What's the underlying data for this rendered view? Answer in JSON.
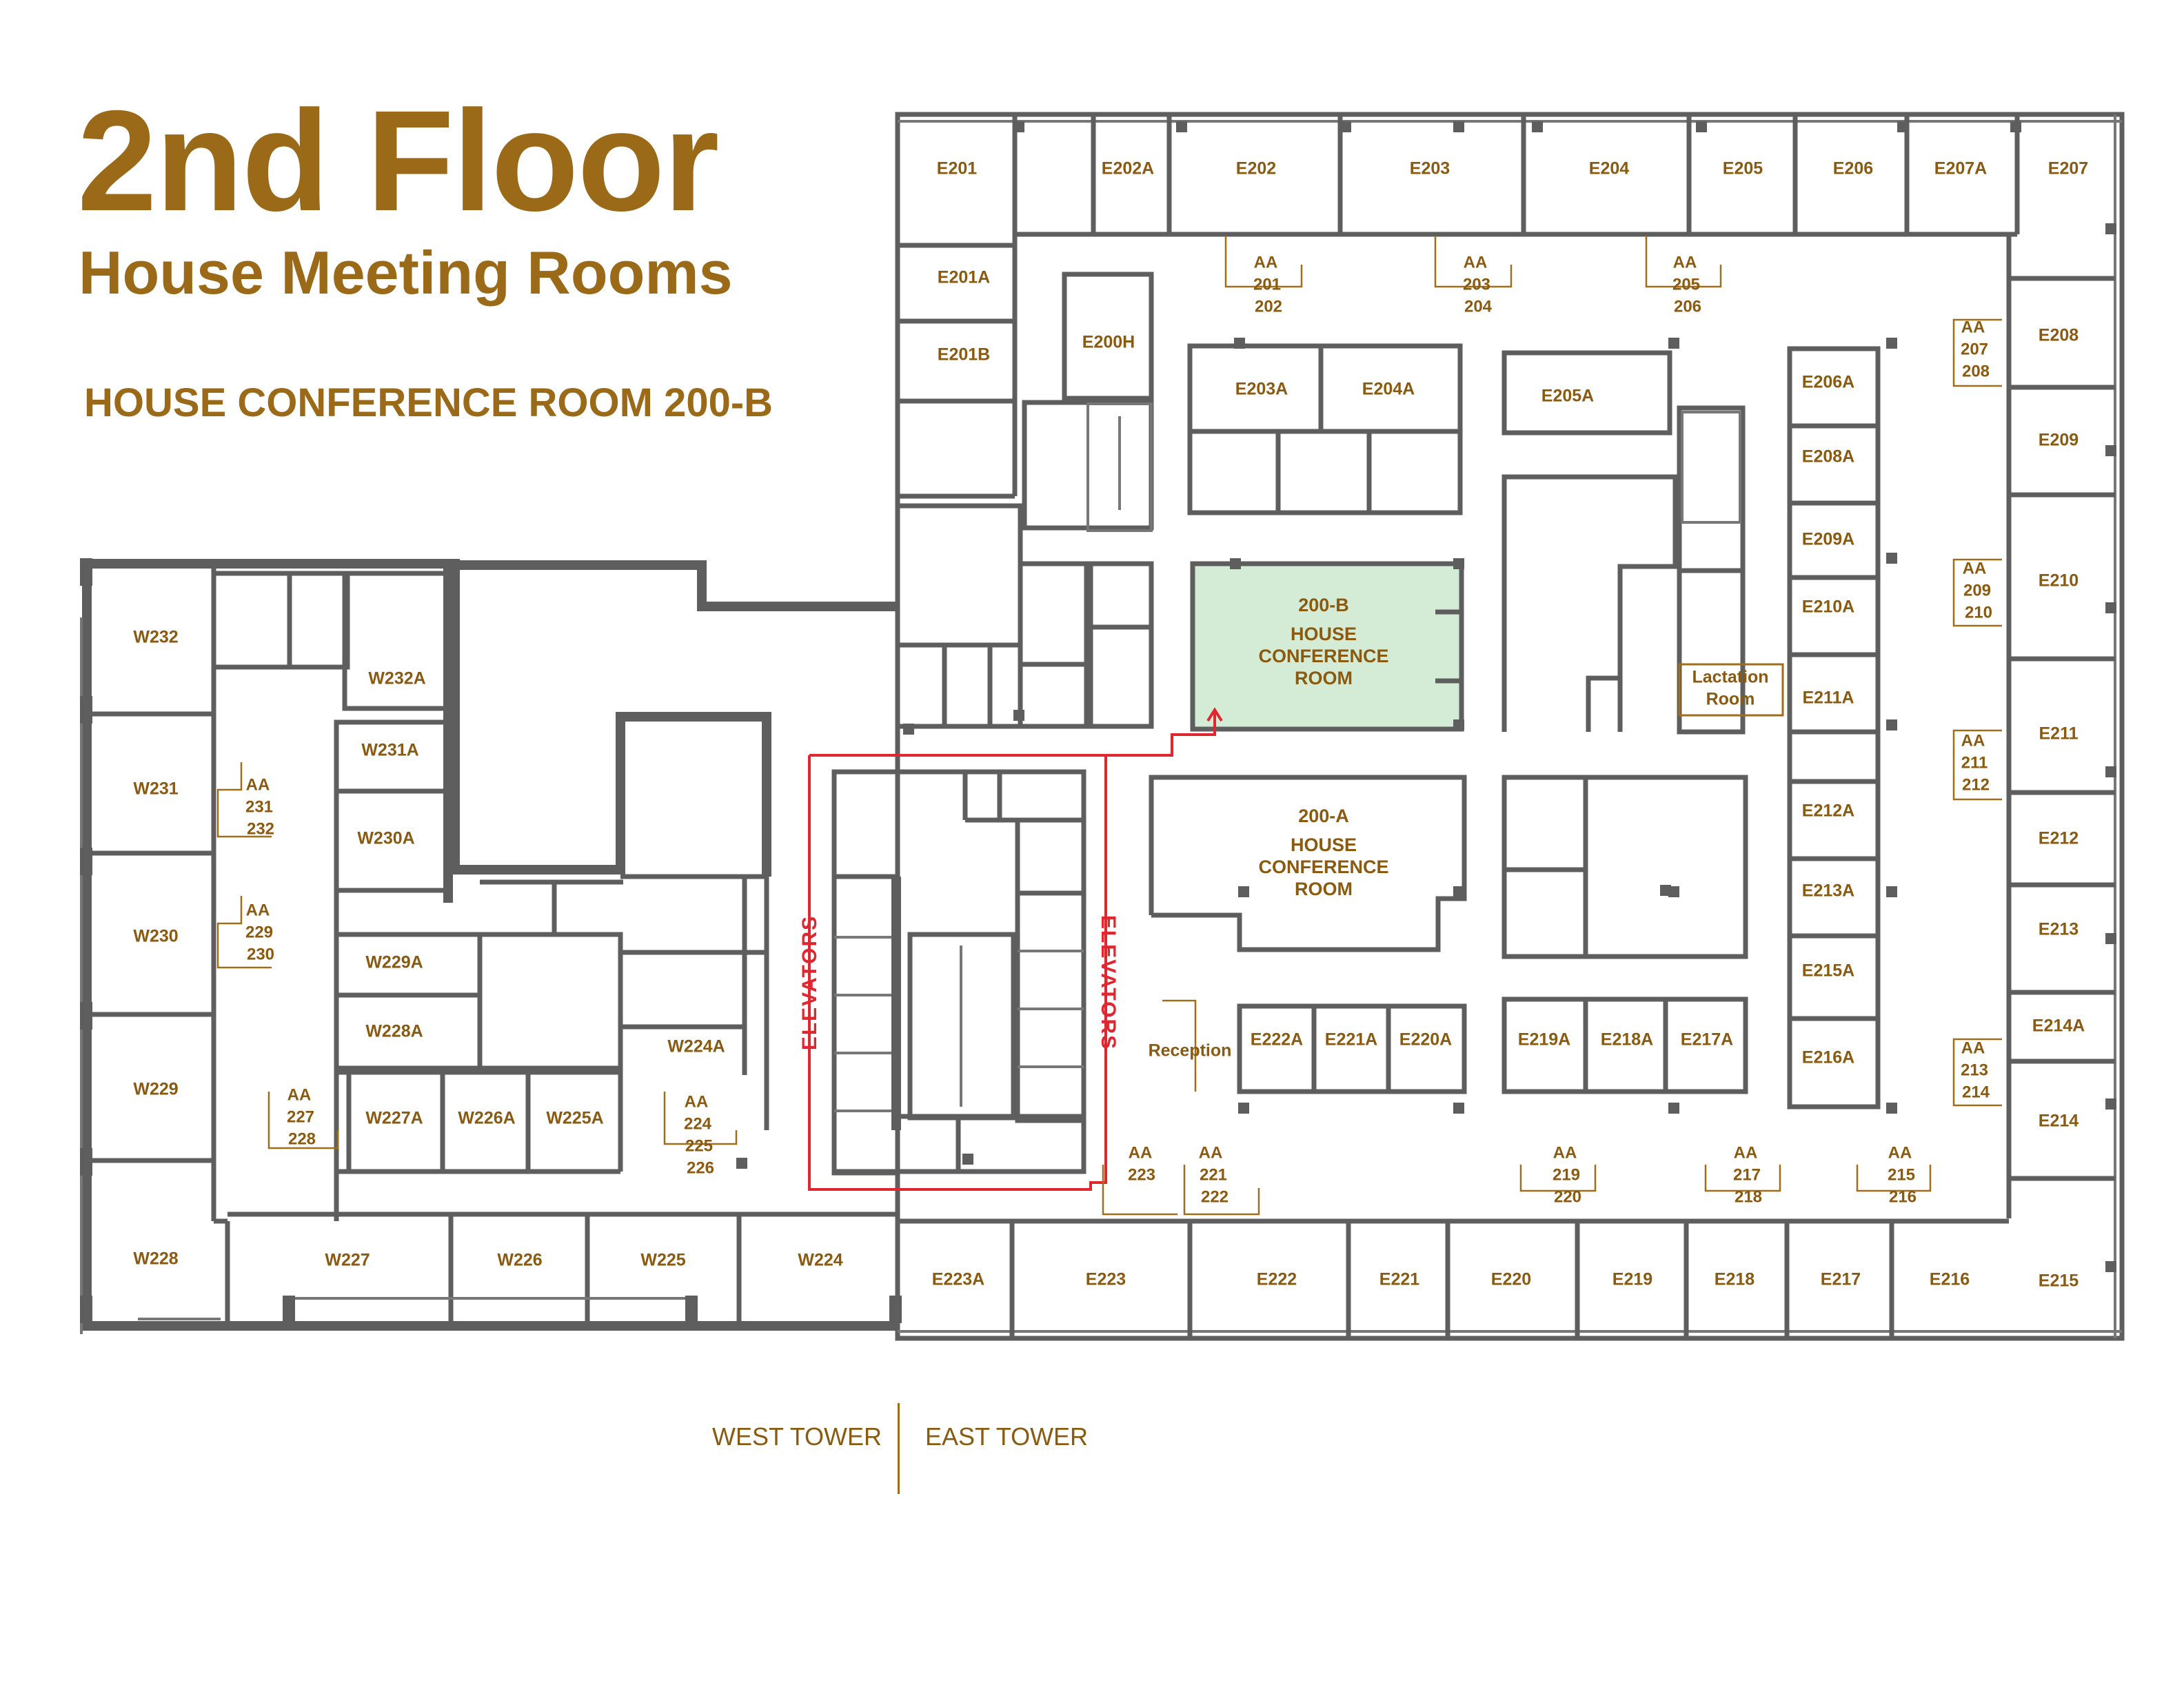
{
  "header": {
    "title": "2nd Floor",
    "subtitle": "House Meeting Rooms",
    "highlight": "HOUSE CONFERENCE ROOM 200-B"
  },
  "colors": {
    "brand": "#9b6a18",
    "walls": "#5e5e5e",
    "elevator_route": "#e0262e",
    "highlighted_room": "#d4ecd6"
  },
  "rooms": {
    "east_top": [
      "E201",
      "E202A",
      "E202",
      "E203",
      "E204",
      "E205",
      "E206",
      "E207A",
      "E207"
    ],
    "east_inner_top": [
      "E201A",
      "E201B",
      "E200H",
      "E203A",
      "E204A",
      "E205A"
    ],
    "east_right": [
      "E208",
      "E209",
      "E210",
      "E211",
      "E212",
      "E213",
      "E214A",
      "E214",
      "E215"
    ],
    "east_inner_right": [
      "E206A",
      "E208A",
      "E209A",
      "E210A",
      "E211A",
      "E212A",
      "E213A",
      "E215A",
      "E216A"
    ],
    "east_inner_bottom": [
      "E222A",
      "E221A",
      "E220A",
      "E219A",
      "E218A",
      "E217A"
    ],
    "east_bottom": [
      "E223A",
      "E223",
      "E222",
      "E221",
      "E220",
      "E219",
      "E218",
      "E217",
      "E216"
    ],
    "west_left": [
      "W232",
      "W231",
      "W230",
      "W229",
      "W228"
    ],
    "west_inner": [
      "W232A",
      "W231A",
      "W230A",
      "W229A",
      "W228A",
      "W227A",
      "W226A",
      "W225A",
      "W224A"
    ],
    "west_bottom": [
      "W227",
      "W226",
      "W225",
      "W224"
    ]
  },
  "conference": {
    "b": {
      "num": "200-B",
      "line1": "HOUSE",
      "line2": "CONFERENCE",
      "line3": "ROOM"
    },
    "a": {
      "num": "200-A",
      "line1": "HOUSE",
      "line2": "CONFERENCE",
      "line3": "ROOM"
    }
  },
  "special": {
    "lactation_1": "Lactation",
    "lactation_2": "Room",
    "reception": "Reception",
    "elevators_left": "ELEVATORS",
    "elevators_right": "ELEVATORS"
  },
  "aa": {
    "label": "AA",
    "top": [
      [
        "201",
        "202"
      ],
      [
        "203",
        "204"
      ],
      [
        "205",
        "206"
      ]
    ],
    "right": [
      [
        "207",
        "208"
      ],
      [
        "209",
        "210"
      ],
      [
        "211",
        "212"
      ],
      [
        "213",
        "214"
      ]
    ],
    "bottom_east": [
      [
        "223"
      ],
      [
        "221",
        "222"
      ],
      [
        "219",
        "220"
      ],
      [
        "217",
        "218"
      ],
      [
        "215",
        "216"
      ]
    ],
    "west": [
      [
        "231",
        "232"
      ],
      [
        "229",
        "230"
      ],
      [
        "227",
        "228"
      ],
      [
        "224",
        "225",
        "226"
      ]
    ]
  },
  "legend": {
    "west_tower": "WEST TOWER",
    "east_tower": "EAST TOWER"
  }
}
